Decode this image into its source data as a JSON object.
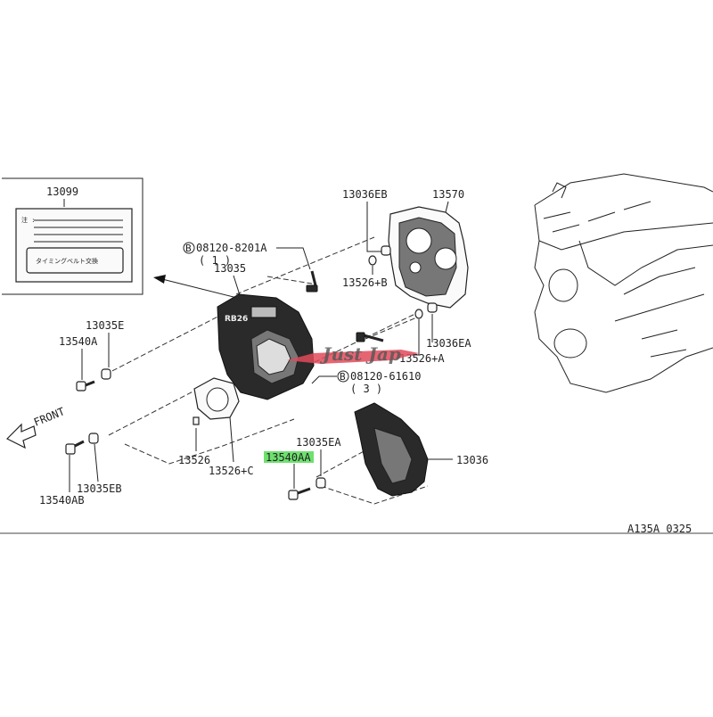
{
  "labels": {
    "p13099": "13099",
    "p13036EB": "13036EB",
    "p13570": "13570",
    "p08120_8201A": "08120-8201A",
    "p08120_8201A_qty": "( 1 )",
    "p13035": "13035",
    "p13526B": "13526+B",
    "p13035E": "13035E",
    "p13540A": "13540A",
    "p13036EA": "13036EA",
    "p13526A": "13526+A",
    "p08120_61610": "08120-61610",
    "p08120_61610_qty": "( 3 )",
    "p13526": "13526",
    "p13526C": "13526+C",
    "p13035EA": "13035EA",
    "p13540AA": "13540AA",
    "p13036": "13036",
    "p13035EB": "13035EB",
    "p13540AB": "13540AB",
    "front": "FRONT",
    "bolt_marker": "B",
    "diagram_code": "A135A 0325"
  },
  "label_card": {
    "caution": "注 :",
    "box_text": "タイミングベルト交換"
  },
  "cover_badge": "RB26",
  "watermark": "Just Jap",
  "highlight_color": "#6fe06f",
  "watermark_color": "#e24a5a"
}
